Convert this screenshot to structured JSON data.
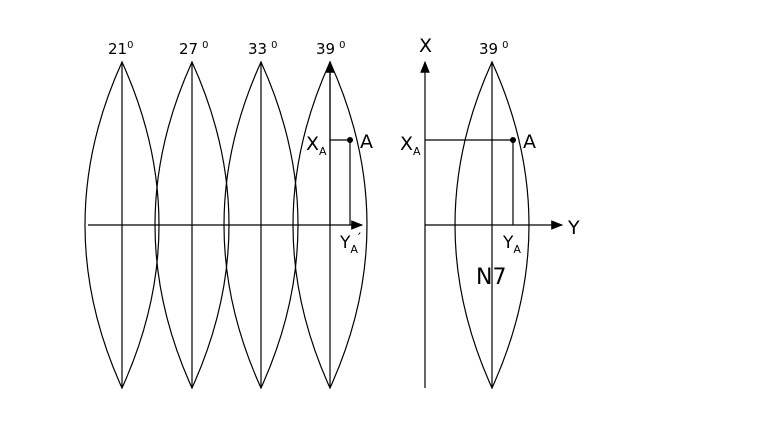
{
  "left_zones": {
    "meridians": [
      {
        "deg": "21",
        "sup": "0"
      },
      {
        "deg": "27",
        "sup": "0"
      },
      {
        "deg": "33",
        "sup": "0"
      },
      {
        "deg": "39",
        "sup": "0"
      }
    ],
    "x_label": "X",
    "x_sub": "A",
    "point_label": "A",
    "y_label": "Y",
    "y_sub": "A",
    "y_prime": "′"
  },
  "right_zone": {
    "meridian": {
      "deg": "39",
      "sup": "0"
    },
    "axis_x": "X",
    "axis_y": "Y",
    "x_label": "X",
    "x_sub": "A",
    "point_label": "A",
    "y_label": "Y",
    "y_sub": "A",
    "zone_number": "N7"
  }
}
